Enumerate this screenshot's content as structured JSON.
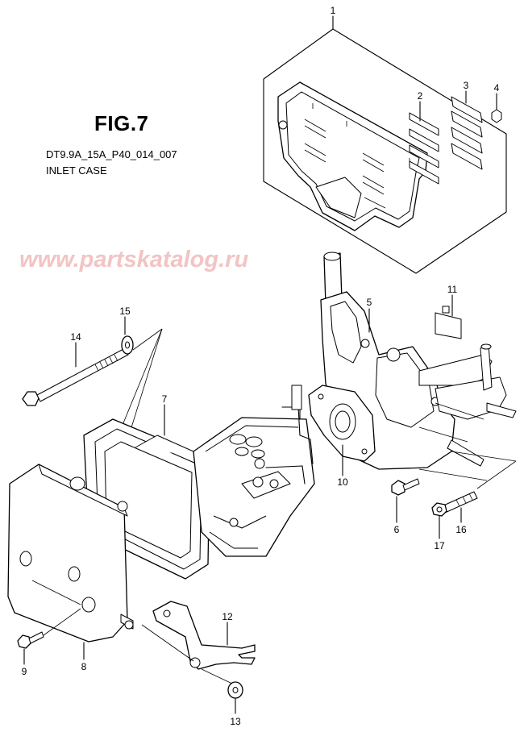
{
  "figure": {
    "title": "FIG.7",
    "code": "DT9.9A_15A_P40_014_007",
    "subtitle": "INLET CASE"
  },
  "watermark": "www.partskatalog.ru",
  "callouts": [
    {
      "id": "1",
      "name": "callout-1"
    },
    {
      "id": "2",
      "name": "callout-2"
    },
    {
      "id": "3",
      "name": "callout-3"
    },
    {
      "id": "4",
      "name": "callout-4"
    },
    {
      "id": "5",
      "name": "callout-5"
    },
    {
      "id": "6",
      "name": "callout-6"
    },
    {
      "id": "7",
      "name": "callout-7"
    },
    {
      "id": "8",
      "name": "callout-8"
    },
    {
      "id": "9",
      "name": "callout-9"
    },
    {
      "id": "10",
      "name": "callout-10"
    },
    {
      "id": "11",
      "name": "callout-11"
    },
    {
      "id": "12",
      "name": "callout-12"
    },
    {
      "id": "13",
      "name": "callout-13"
    },
    {
      "id": "14",
      "name": "callout-14"
    },
    {
      "id": "15",
      "name": "callout-15"
    },
    {
      "id": "16",
      "name": "callout-16"
    },
    {
      "id": "17",
      "name": "callout-17"
    }
  ]
}
